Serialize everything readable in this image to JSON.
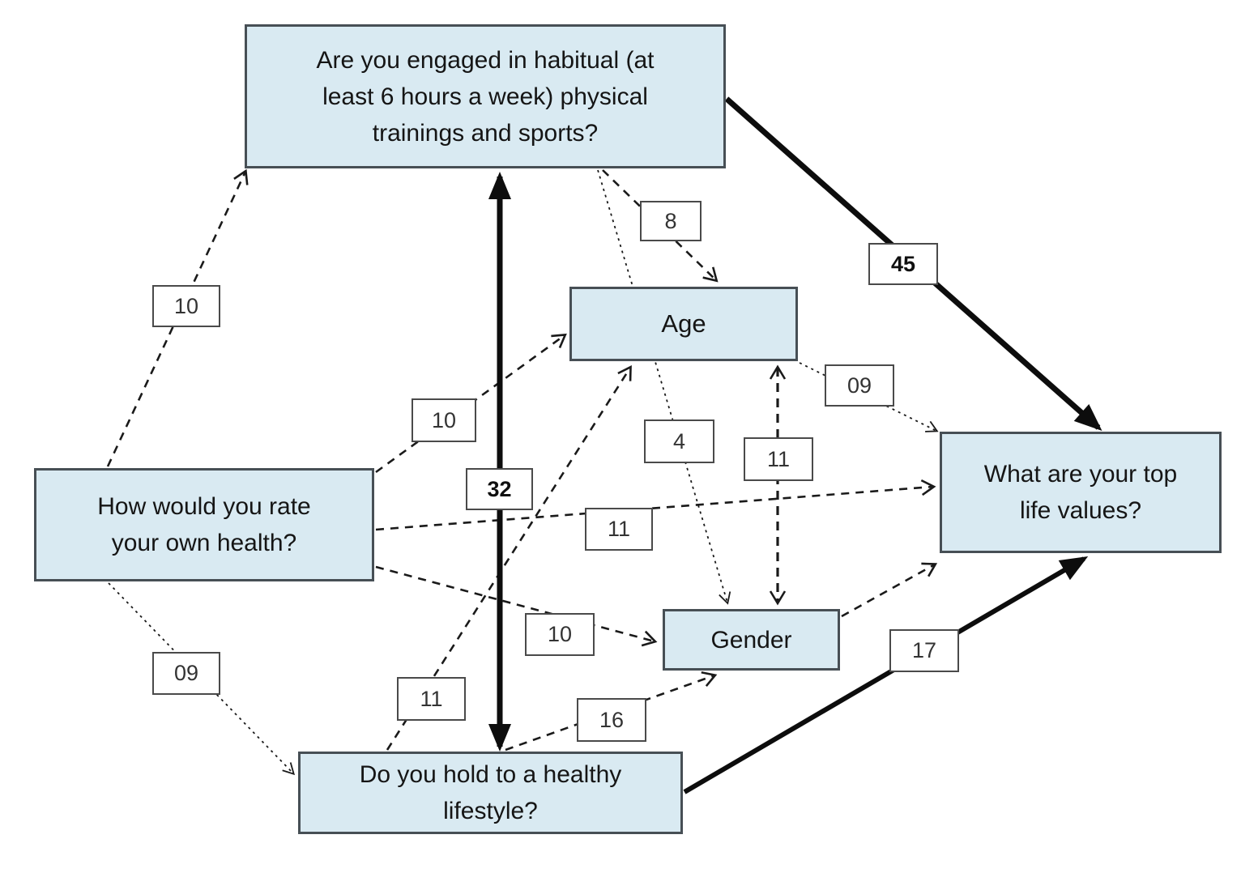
{
  "diagram": {
    "nodes": {
      "physical": {
        "label": "Are you engaged in habitual (at\nleast 6 hours a week) physical\ntrainings and sports?"
      },
      "age": {
        "label": "Age"
      },
      "health": {
        "label": "How would you rate\nyour own health?"
      },
      "gender": {
        "label": "Gender"
      },
      "values": {
        "label": "What are your top\nlife values?"
      },
      "lifestyle": {
        "label": "Do you hold to a healthy\nlifestyle?"
      }
    },
    "edges": {
      "health_physical": {
        "from": "health",
        "to": "physical",
        "label": "10",
        "style": "dashed"
      },
      "physical_age": {
        "from": "physical",
        "to": "age",
        "label": "8",
        "style": "dashed"
      },
      "physical_values": {
        "from": "physical",
        "to": "values",
        "label": "45",
        "style": "thick-solid"
      },
      "physical_gender": {
        "from": "physical",
        "to": "gender",
        "label": "4",
        "style": "dotted"
      },
      "lifestyle_physical": {
        "from": "lifestyle",
        "to": "physical",
        "label": "32",
        "style": "thick-solid-double"
      },
      "health_age": {
        "from": "health",
        "to": "age",
        "label": "10",
        "style": "dashed"
      },
      "health_values": {
        "from": "health",
        "to": "values",
        "label": "11",
        "style": "dashed"
      },
      "health_gender": {
        "from": "health",
        "to": "gender",
        "label": "10",
        "style": "dashed"
      },
      "health_lifestyle": {
        "from": "health",
        "to": "lifestyle",
        "label": "09",
        "style": "dotted"
      },
      "lifestyle_age": {
        "from": "lifestyle",
        "to": "age",
        "label": "11",
        "style": "dashed"
      },
      "lifestyle_gender": {
        "from": "lifestyle",
        "to": "gender",
        "label": "16",
        "style": "dashed"
      },
      "lifestyle_values": {
        "from": "lifestyle",
        "to": "values",
        "label": "17",
        "style": "thick-solid"
      },
      "age_gender": {
        "from": "age",
        "to": "gender",
        "label": "11",
        "style": "dashed-double"
      },
      "age_values": {
        "from": "age",
        "to": "values",
        "label": "09",
        "style": "dotted"
      },
      "gender_values": {
        "from": "gender",
        "to": "values",
        "label": "",
        "style": "dashed"
      }
    },
    "colors": {
      "node_fill": "#d9eaf2",
      "node_border": "#474f55",
      "label_fill": "#ffffff",
      "label_border": "#4a4a4a",
      "line": "#1a1a1a"
    }
  }
}
